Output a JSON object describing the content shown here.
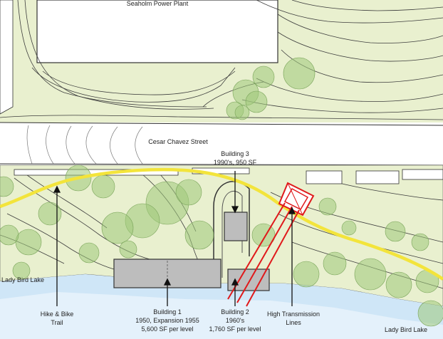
{
  "labels": {
    "power_plant": "Seaholm Power Plant",
    "street": "Cesar Chavez Street",
    "lake_left": "Lady Bird Lake",
    "lake_right": "Lady Bird Lake"
  },
  "callouts": {
    "building3": {
      "title": "Building 3",
      "line2": "1990's, 950 SF"
    },
    "trail": {
      "line1": "Hike & Bike",
      "line2": "Trail"
    },
    "building1": {
      "title": "Building 1",
      "line2": "1950, Expansion 1955",
      "line3": "5,600 SF per level"
    },
    "building2": {
      "title": "Building 2",
      "line2": "1960's",
      "line3": "1,760 SF per level"
    },
    "transmission": {
      "line1": "High Transmission",
      "line2": "Lines"
    }
  },
  "colors": {
    "land": "#e9f0cf",
    "trees": "#9fc97a",
    "water": "#cfe6f7",
    "trail": "#f3e43b",
    "transmission": "#e0191b",
    "building": "#bdbdbd",
    "street": "#ffffff"
  }
}
